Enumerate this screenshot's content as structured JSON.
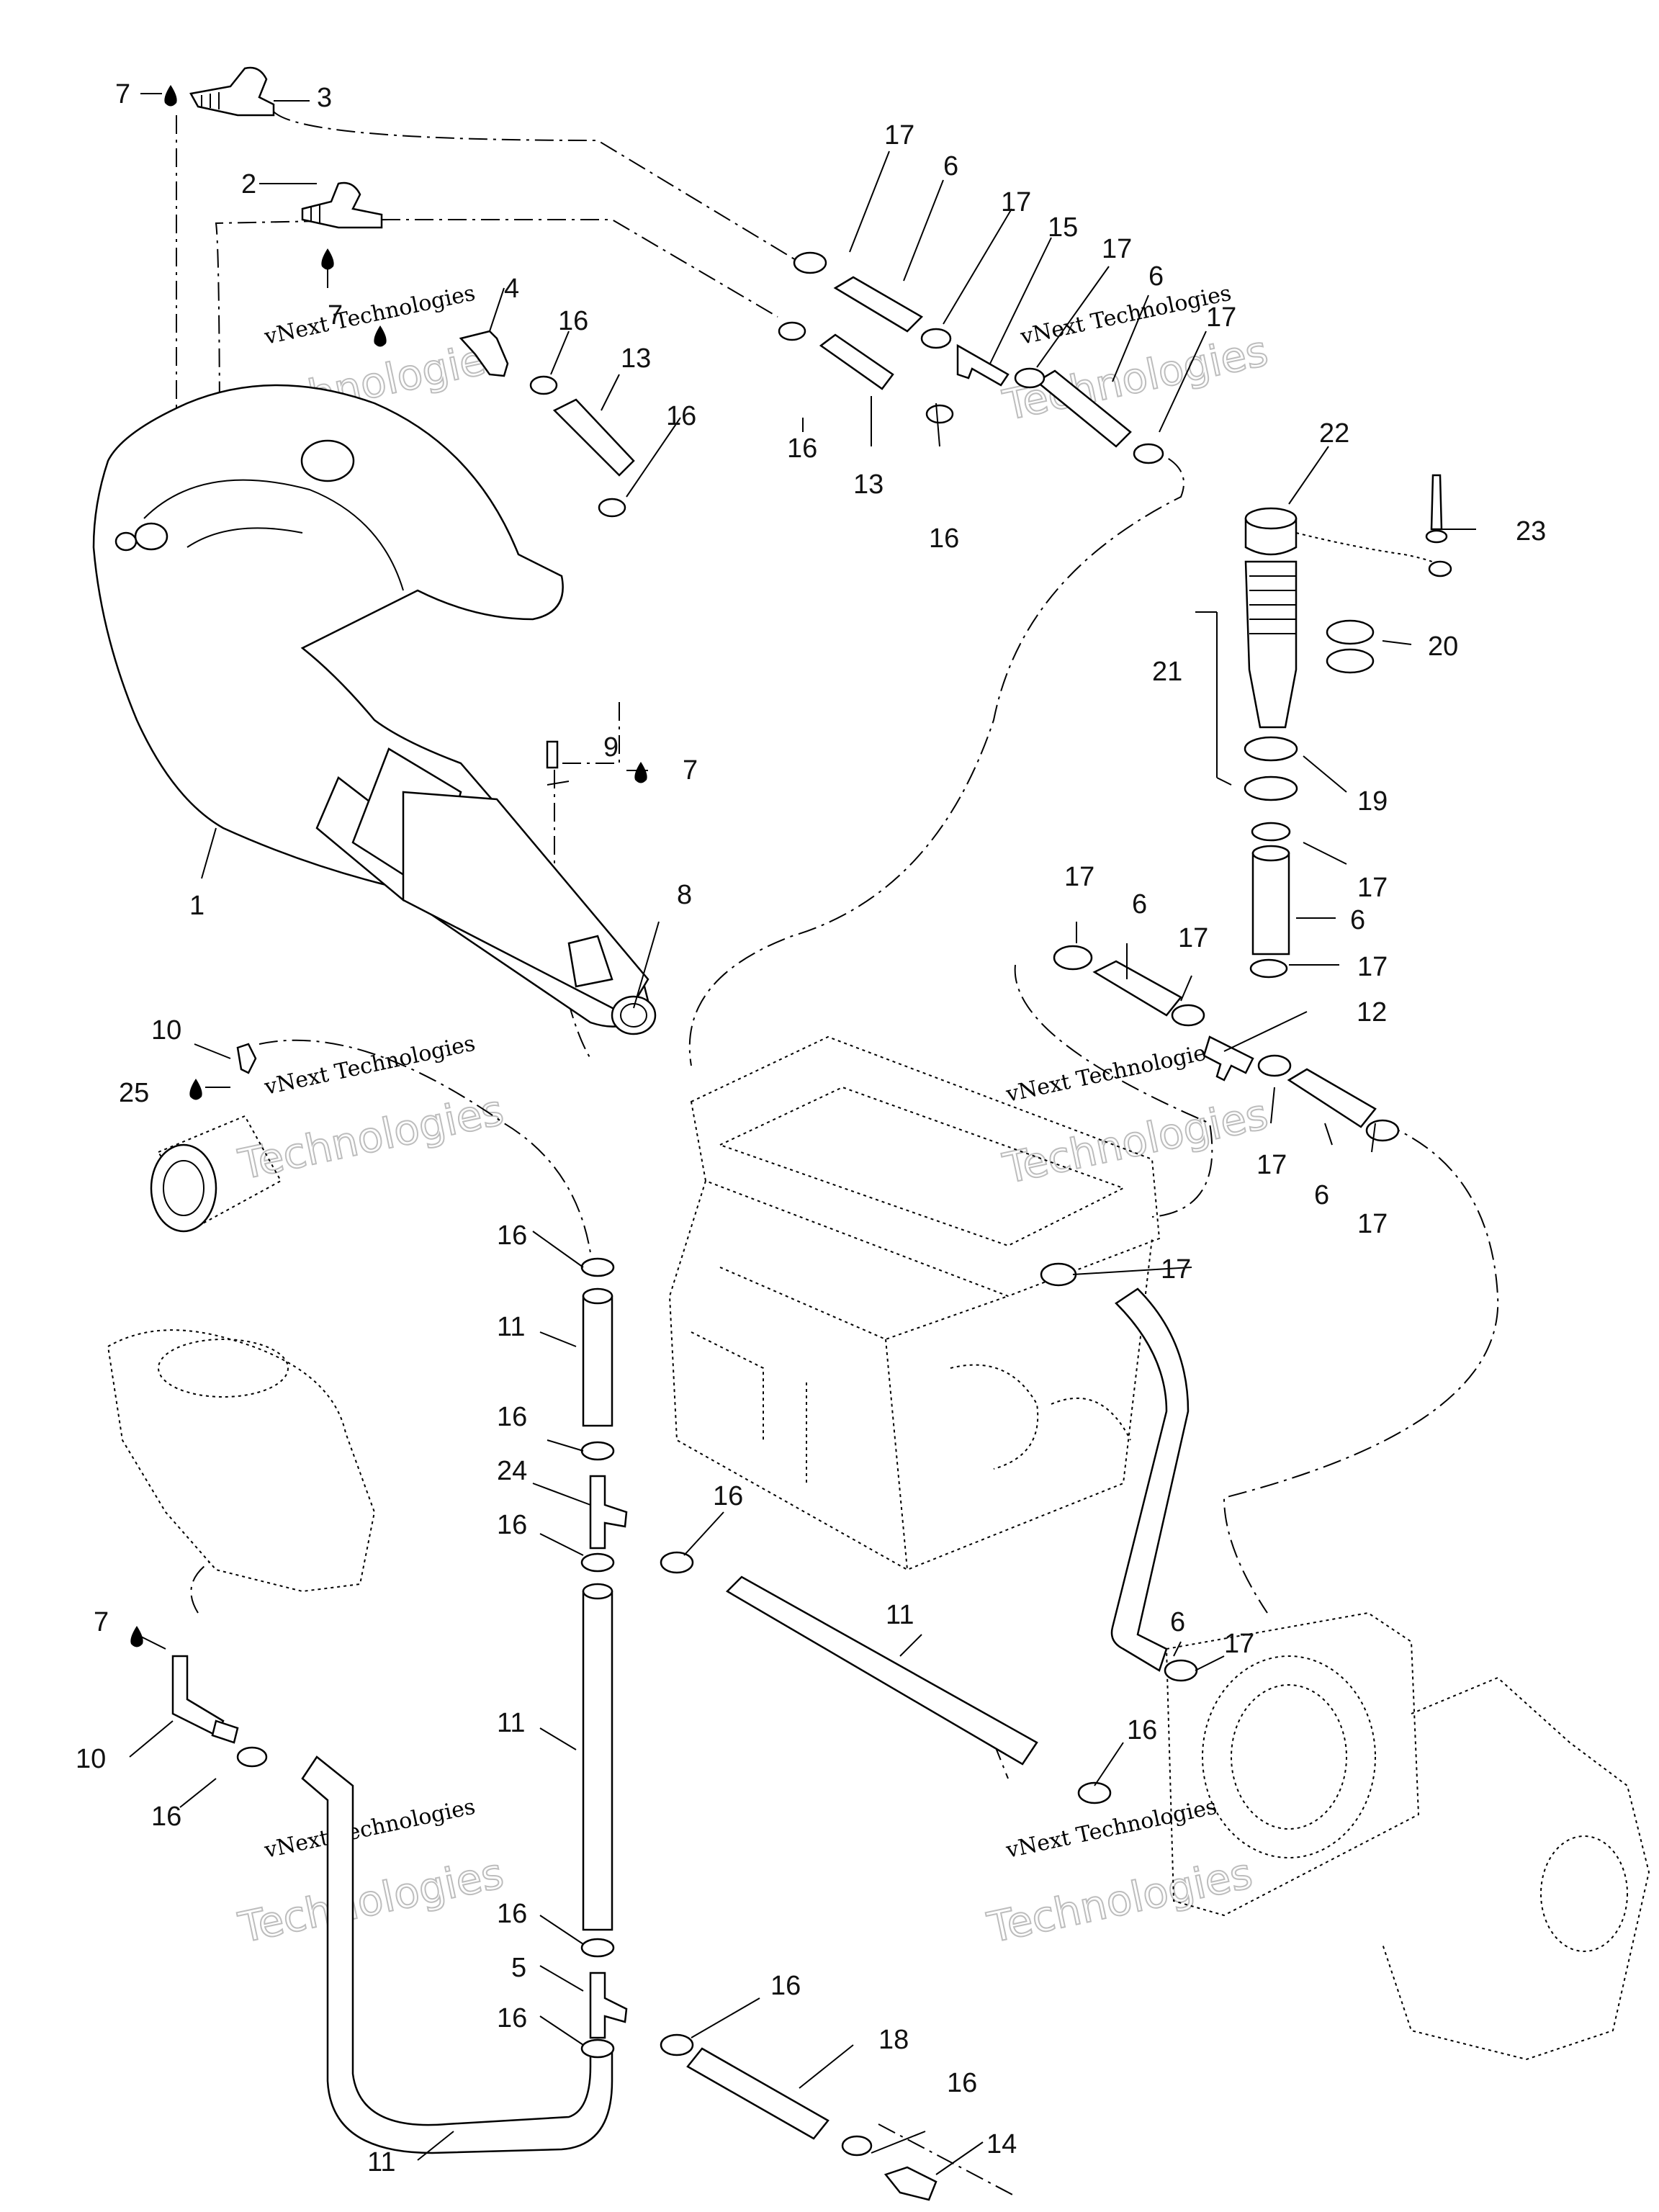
{
  "labels": [
    {
      "text": "7"
    },
    {
      "text": "3"
    },
    {
      "text": "2"
    },
    {
      "text": "7"
    },
    {
      "text": "4"
    },
    {
      "text": "16"
    },
    {
      "text": "13"
    },
    {
      "text": "16"
    },
    {
      "text": "17"
    },
    {
      "text": "6"
    },
    {
      "text": "17"
    },
    {
      "text": "15"
    },
    {
      "text": "17"
    },
    {
      "text": "6"
    },
    {
      "text": "17"
    },
    {
      "text": "16"
    },
    {
      "text": "13"
    },
    {
      "text": "16"
    },
    {
      "text": "22"
    },
    {
      "text": "23"
    },
    {
      "text": "20"
    },
    {
      "text": "21"
    },
    {
      "text": "19"
    },
    {
      "text": "17"
    },
    {
      "text": "6"
    },
    {
      "text": "17"
    },
    {
      "text": "9"
    },
    {
      "text": "7"
    },
    {
      "text": "1"
    },
    {
      "text": "8"
    },
    {
      "text": "17"
    },
    {
      "text": "6"
    },
    {
      "text": "17"
    },
    {
      "text": "12"
    },
    {
      "text": "17"
    },
    {
      "text": "6"
    },
    {
      "text": "17"
    },
    {
      "text": "10"
    },
    {
      "text": "25"
    },
    {
      "text": "17"
    },
    {
      "text": "16"
    },
    {
      "text": "11"
    },
    {
      "text": "16"
    },
    {
      "text": "24"
    },
    {
      "text": "16"
    },
    {
      "text": "16"
    },
    {
      "text": "11"
    },
    {
      "text": "11"
    },
    {
      "text": "6"
    },
    {
      "text": "17"
    },
    {
      "text": "7"
    },
    {
      "text": "10"
    },
    {
      "text": "16"
    },
    {
      "text": "16"
    },
    {
      "text": "16"
    },
    {
      "text": "5"
    },
    {
      "text": "16"
    },
    {
      "text": "16"
    },
    {
      "text": "18"
    },
    {
      "text": "16"
    },
    {
      "text": "11"
    },
    {
      "text": "14"
    }
  ],
  "watermarks": [
    {
      "line1": "vNext Technologies",
      "line2": "Technologies"
    },
    {
      "line1": "vNext Technologies",
      "line2": "Technologies"
    },
    {
      "line1": "vNext Technologies",
      "line2": "Technologies"
    },
    {
      "line1": "vNext Technologies",
      "line2": "Technologies"
    },
    {
      "line1": "vNext Technologies",
      "line2": "Technologies"
    },
    {
      "line1": "vNext Technologies",
      "line2": "Technologies"
    }
  ]
}
